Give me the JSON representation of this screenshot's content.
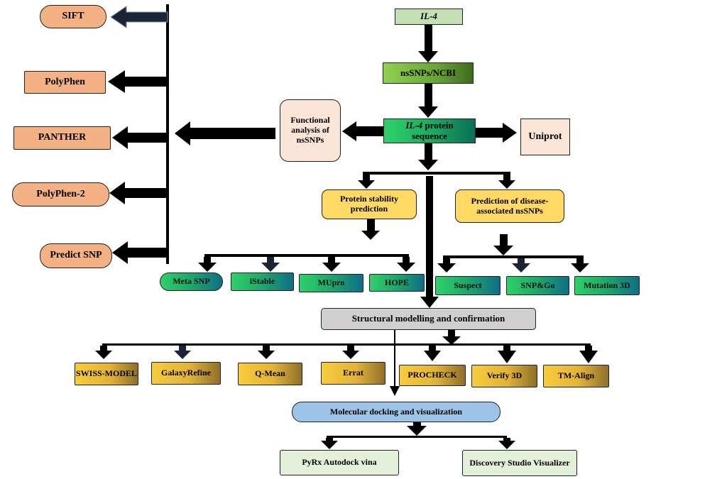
{
  "source": {
    "gene": "IL-4",
    "nssnps": "nsSNPs/NCBI",
    "protein_gene": "IL-4",
    "protein_label": "protein sequence",
    "uniprot": "Uniprot"
  },
  "functional_analysis": {
    "label": "Functional analysis of nsSNPs"
  },
  "left_tools": [
    "SIFT",
    "PolyPhen",
    "PANTHER",
    "PolyPhen-2",
    "Predict SNP"
  ],
  "stability": {
    "title": "Protein stability prediction",
    "tools": [
      "Meta SNP",
      "iStable",
      "MUpro",
      "HOPE"
    ]
  },
  "disease": {
    "title": "Prediction of disease-associated nsSNPs",
    "tools": [
      "Suspect",
      "SNP&Go",
      "Mutation 3D"
    ]
  },
  "structural": {
    "title": "Structural modelling and confirmation",
    "tools": [
      "SWISS-MODEL",
      "GalaxyRefine",
      "Q-Mean",
      "Errat",
      "PROCHECK",
      "Verify 3D",
      "TM-Align"
    ]
  },
  "docking": {
    "title": "Molecular docking and visualization",
    "tools": [
      "PyRx Autodock vina",
      "Discovery Studio Visualizer"
    ]
  },
  "colors": {
    "arrow": "#000000",
    "left_tools": "#f4b183",
    "green_tools": "#1fa66a",
    "yellow_boxes": "#ffd966",
    "structural_tools": "#f9cc3c",
    "structural_box": "#d0cece",
    "docking_box": "#9dc3e6",
    "docking_tools": "#e2efd9"
  }
}
